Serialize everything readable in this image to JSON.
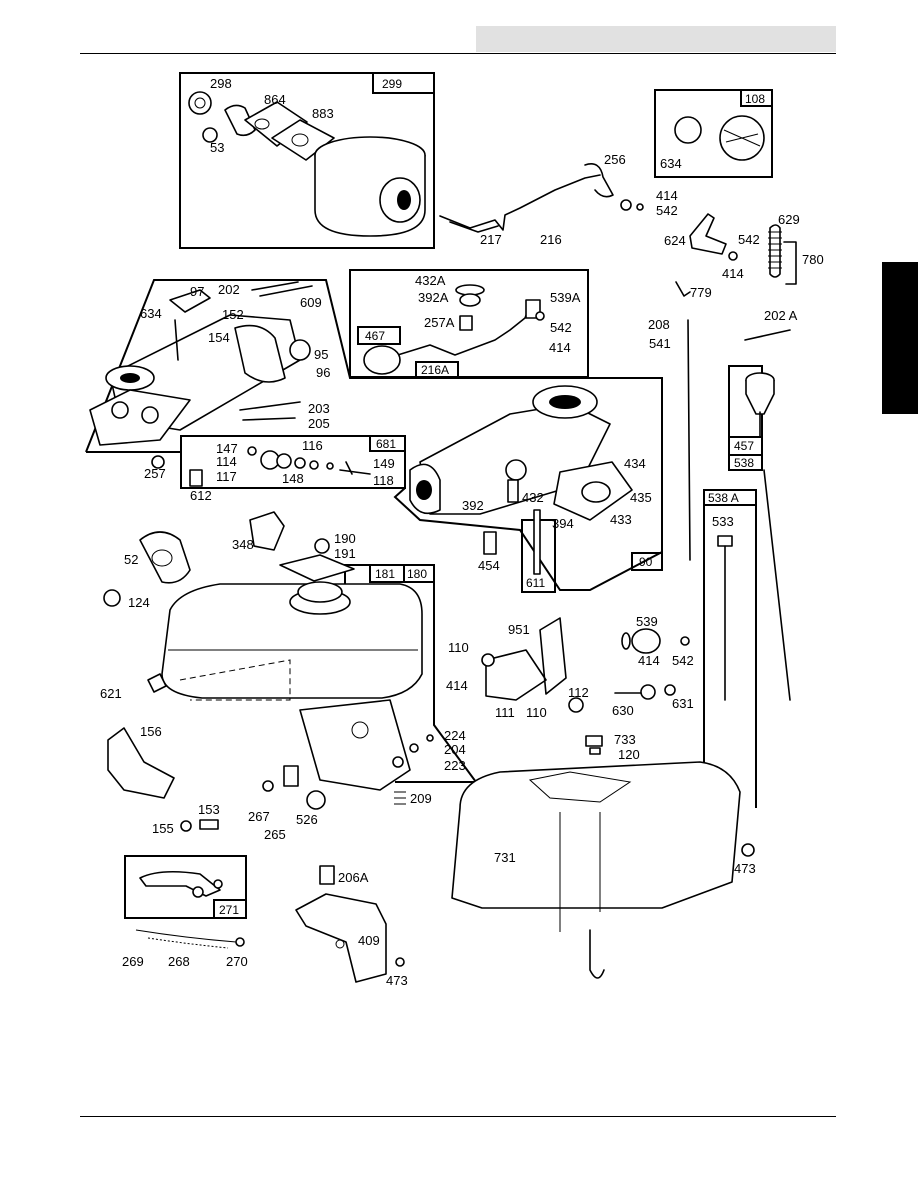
{
  "diagram": {
    "part_labels": [
      {
        "id": "p298",
        "text": "298"
      },
      {
        "id": "p864",
        "text": "864"
      },
      {
        "id": "p883",
        "text": "883"
      },
      {
        "id": "p53",
        "text": "53"
      },
      {
        "id": "p299",
        "text": "299"
      },
      {
        "id": "p108",
        "text": "108"
      },
      {
        "id": "p634a",
        "text": "634"
      },
      {
        "id": "p256",
        "text": "256"
      },
      {
        "id": "p414a",
        "text": "414"
      },
      {
        "id": "p542a",
        "text": "542"
      },
      {
        "id": "p217",
        "text": "217"
      },
      {
        "id": "p216",
        "text": "216"
      },
      {
        "id": "p629",
        "text": "629"
      },
      {
        "id": "p624",
        "text": "624"
      },
      {
        "id": "p542b",
        "text": "542"
      },
      {
        "id": "p780",
        "text": "780"
      },
      {
        "id": "p414b",
        "text": "414"
      },
      {
        "id": "p779",
        "text": "779"
      },
      {
        "id": "p202",
        "text": "202"
      },
      {
        "id": "p97",
        "text": "97"
      },
      {
        "id": "p609",
        "text": "609"
      },
      {
        "id": "p634b",
        "text": "634"
      },
      {
        "id": "p152",
        "text": "152"
      },
      {
        "id": "p154",
        "text": "154"
      },
      {
        "id": "p95",
        "text": "95"
      },
      {
        "id": "p96",
        "text": "96"
      },
      {
        "id": "p432A",
        "text": "432A"
      },
      {
        "id": "p392A",
        "text": "392A"
      },
      {
        "id": "p539A",
        "text": "539A"
      },
      {
        "id": "p257A",
        "text": "257A"
      },
      {
        "id": "p542c",
        "text": "542"
      },
      {
        "id": "p467",
        "text": "467"
      },
      {
        "id": "p414c",
        "text": "414"
      },
      {
        "id": "p216A",
        "text": "216A"
      },
      {
        "id": "p208",
        "text": "208"
      },
      {
        "id": "p541",
        "text": "541"
      },
      {
        "id": "p202A",
        "text": "202 A"
      },
      {
        "id": "p203",
        "text": "203"
      },
      {
        "id": "p205",
        "text": "205"
      },
      {
        "id": "p257",
        "text": "257"
      },
      {
        "id": "p612",
        "text": "612"
      },
      {
        "id": "p147",
        "text": "147"
      },
      {
        "id": "p114",
        "text": "114"
      },
      {
        "id": "p117",
        "text": "117"
      },
      {
        "id": "p116",
        "text": "116"
      },
      {
        "id": "p148",
        "text": "148"
      },
      {
        "id": "p681",
        "text": "681"
      },
      {
        "id": "p149",
        "text": "149"
      },
      {
        "id": "p118",
        "text": "118"
      },
      {
        "id": "p457",
        "text": "457"
      },
      {
        "id": "p538",
        "text": "538"
      },
      {
        "id": "p434",
        "text": "434"
      },
      {
        "id": "p435",
        "text": "435"
      },
      {
        "id": "p392",
        "text": "392"
      },
      {
        "id": "p432",
        "text": "432"
      },
      {
        "id": "p394",
        "text": "394"
      },
      {
        "id": "p433",
        "text": "433"
      },
      {
        "id": "p454",
        "text": "454"
      },
      {
        "id": "p611",
        "text": "611"
      },
      {
        "id": "p90",
        "text": "90"
      },
      {
        "id": "p538A",
        "text": "538 A"
      },
      {
        "id": "p533",
        "text": "533"
      },
      {
        "id": "p52",
        "text": "52"
      },
      {
        "id": "p348",
        "text": "348"
      },
      {
        "id": "p190",
        "text": "190"
      },
      {
        "id": "p191",
        "text": "191"
      },
      {
        "id": "p181",
        "text": "181"
      },
      {
        "id": "p180",
        "text": "180"
      },
      {
        "id": "p124",
        "text": "124"
      },
      {
        "id": "p951",
        "text": "951"
      },
      {
        "id": "p110a",
        "text": "110"
      },
      {
        "id": "p539",
        "text": "539"
      },
      {
        "id": "p414d",
        "text": "414"
      },
      {
        "id": "p542d",
        "text": "542"
      },
      {
        "id": "p414e",
        "text": "414"
      },
      {
        "id": "p112",
        "text": "112"
      },
      {
        "id": "p111",
        "text": "111"
      },
      {
        "id": "p110b",
        "text": "110"
      },
      {
        "id": "p630",
        "text": "630"
      },
      {
        "id": "p631",
        "text": "631"
      },
      {
        "id": "p621",
        "text": "621"
      },
      {
        "id": "p156",
        "text": "156"
      },
      {
        "id": "p224",
        "text": "224"
      },
      {
        "id": "p204",
        "text": "204"
      },
      {
        "id": "p223",
        "text": "223"
      },
      {
        "id": "p733",
        "text": "733"
      },
      {
        "id": "p120",
        "text": "120"
      },
      {
        "id": "p153",
        "text": "153"
      },
      {
        "id": "p155",
        "text": "155"
      },
      {
        "id": "p267",
        "text": "267"
      },
      {
        "id": "p265",
        "text": "265"
      },
      {
        "id": "p526",
        "text": "526"
      },
      {
        "id": "p209",
        "text": "209"
      },
      {
        "id": "p731",
        "text": "731"
      },
      {
        "id": "p473a",
        "text": "473"
      },
      {
        "id": "p271",
        "text": "271"
      },
      {
        "id": "p206A",
        "text": "206A"
      },
      {
        "id": "p409",
        "text": "409"
      },
      {
        "id": "p269",
        "text": "269"
      },
      {
        "id": "p268",
        "text": "268"
      },
      {
        "id": "p270",
        "text": "270"
      },
      {
        "id": "p473b",
        "text": "473"
      }
    ]
  }
}
